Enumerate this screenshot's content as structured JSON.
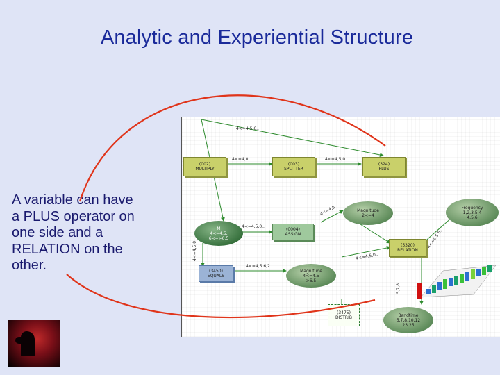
{
  "slide": {
    "title": "Analytic and Experiential Structure",
    "body": "A variable can have\na PLUS operator on\none side and a\nRELATION on the\nother."
  },
  "colors": {
    "background": "#dfe4f6",
    "title": "#1a2a9a",
    "curve": "#e0341a",
    "arrow": "#2e8b2e"
  },
  "diagram": {
    "nodes": [
      {
        "id": "multiply",
        "text": "(002)\nMULTIPLY"
      },
      {
        "id": "splitter",
        "text": "(003)\nSPLITTER"
      },
      {
        "id": "plus",
        "text": "(324)\nPLUS"
      },
      {
        "id": "m",
        "text": "M\n4<=4.5,\n6<=>6.5"
      },
      {
        "id": "assign",
        "text": "(0004)\nASSIGN"
      },
      {
        "id": "magnitude1",
        "text": "Magnitude\n2<=4"
      },
      {
        "id": "frequency",
        "text": "Frequency\n1,2,3,5,4\n4,5,6"
      },
      {
        "id": "relation",
        "text": "(5320)\nRELATION"
      },
      {
        "id": "equals",
        "text": "(3450)\nEQUALS"
      },
      {
        "id": "magnitude2",
        "text": "Magnitude\n4<=4.5\n>6.5"
      },
      {
        "id": "distrib",
        "text": "(3475)\nDISTRIB"
      },
      {
        "id": "bandtime",
        "text": "Bandtime\n5,7,8,10,12\n23,25"
      }
    ],
    "edge_labels": [
      "4<=4,5 6..",
      "4<=4,0..",
      "4<=4,5,0..",
      "4<=4,5",
      "4<=4,5,0..",
      "4<=4,5 6,2..",
      "4<=4,5,0..",
      "4<=4,5 6..",
      "4<=4,5,0",
      "5,7,8"
    ]
  }
}
